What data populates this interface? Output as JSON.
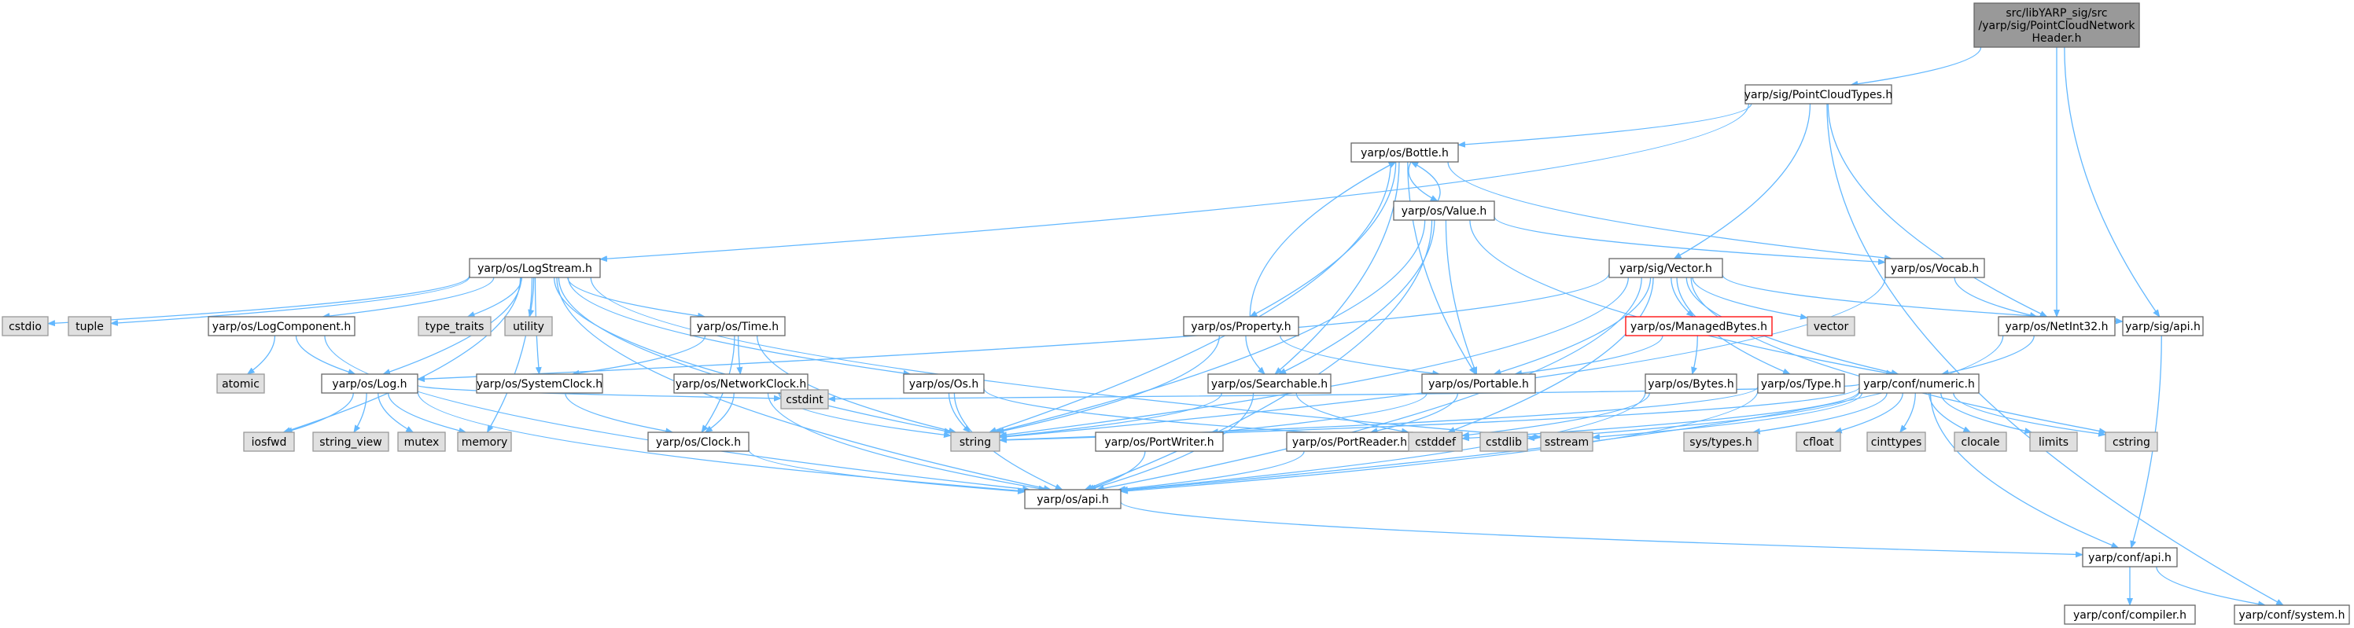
{
  "title": "",
  "colors": {
    "edge": "#63b8ff",
    "box_border": "#666666",
    "box_fill": "#ffffff",
    "system_fill": "#e0e0e0",
    "system_border": "#999999",
    "root_fill": "#999999",
    "root_border": "#666666",
    "truncated_border": "#ff0000"
  },
  "nodes": [
    {
      "id": "root",
      "label": "src/libYARP_sig/src\n/yarp/sig/PointCloudNetwork\nHeader.h",
      "kind": "root"
    },
    {
      "id": "pct",
      "label": "yarp/sig/PointCloudTypes.h",
      "kind": "file"
    },
    {
      "id": "bottle",
      "label": "yarp/os/Bottle.h",
      "kind": "file"
    },
    {
      "id": "value",
      "label": "yarp/os/Value.h",
      "kind": "file"
    },
    {
      "id": "logstream",
      "label": "yarp/os/LogStream.h",
      "kind": "file"
    },
    {
      "id": "vector",
      "label": "yarp/sig/Vector.h",
      "kind": "file"
    },
    {
      "id": "vocab",
      "label": "yarp/os/Vocab.h",
      "kind": "file"
    },
    {
      "id": "netint32",
      "label": "yarp/os/NetInt32.h",
      "kind": "file"
    },
    {
      "id": "sigapi",
      "label": "yarp/sig/api.h",
      "kind": "file"
    },
    {
      "id": "cstdio",
      "label": "cstdio",
      "kind": "system"
    },
    {
      "id": "tuple",
      "label": "tuple",
      "kind": "system"
    },
    {
      "id": "logcomponent",
      "label": "yarp/os/LogComponent.h",
      "kind": "file"
    },
    {
      "id": "type_traits",
      "label": "type_traits",
      "kind": "system"
    },
    {
      "id": "utility",
      "label": "utility",
      "kind": "system"
    },
    {
      "id": "time",
      "label": "yarp/os/Time.h",
      "kind": "file"
    },
    {
      "id": "property",
      "label": "yarp/os/Property.h",
      "kind": "file"
    },
    {
      "id": "managedbytes",
      "label": "yarp/os/ManagedBytes.h",
      "kind": "truncated"
    },
    {
      "id": "vectorstd",
      "label": "vector",
      "kind": "system"
    },
    {
      "id": "atomic",
      "label": "atomic",
      "kind": "system"
    },
    {
      "id": "log",
      "label": "yarp/os/Log.h",
      "kind": "file"
    },
    {
      "id": "systemclock",
      "label": "yarp/os/SystemClock.h",
      "kind": "file"
    },
    {
      "id": "networkclock",
      "label": "yarp/os/NetworkClock.h",
      "kind": "file"
    },
    {
      "id": "osh",
      "label": "yarp/os/Os.h",
      "kind": "file"
    },
    {
      "id": "searchable",
      "label": "yarp/os/Searchable.h",
      "kind": "file"
    },
    {
      "id": "portable",
      "label": "yarp/os/Portable.h",
      "kind": "file"
    },
    {
      "id": "bytes",
      "label": "yarp/os/Bytes.h",
      "kind": "file"
    },
    {
      "id": "typeh",
      "label": "yarp/os/Type.h",
      "kind": "file"
    },
    {
      "id": "numeric",
      "label": "yarp/conf/numeric.h",
      "kind": "file"
    },
    {
      "id": "iosfwd",
      "label": "iosfwd",
      "kind": "system"
    },
    {
      "id": "string_view",
      "label": "string_view",
      "kind": "system"
    },
    {
      "id": "mutex",
      "label": "mutex",
      "kind": "system"
    },
    {
      "id": "memory",
      "label": "memory",
      "kind": "system"
    },
    {
      "id": "cstdint",
      "label": "cstdint",
      "kind": "system"
    },
    {
      "id": "clock",
      "label": "yarp/os/Clock.h",
      "kind": "file"
    },
    {
      "id": "string",
      "label": "string",
      "kind": "system"
    },
    {
      "id": "portwriter",
      "label": "yarp/os/PortWriter.h",
      "kind": "file"
    },
    {
      "id": "portreader",
      "label": "yarp/os/PortReader.h",
      "kind": "file"
    },
    {
      "id": "cstddef",
      "label": "cstddef",
      "kind": "system"
    },
    {
      "id": "cstdlib",
      "label": "cstdlib",
      "kind": "system"
    },
    {
      "id": "sstream",
      "label": "sstream",
      "kind": "system"
    },
    {
      "id": "systypes",
      "label": "sys/types.h",
      "kind": "system"
    },
    {
      "id": "cfloat",
      "label": "cfloat",
      "kind": "system"
    },
    {
      "id": "cinttypes",
      "label": "cinttypes",
      "kind": "system"
    },
    {
      "id": "clocale",
      "label": "clocale",
      "kind": "system"
    },
    {
      "id": "limits",
      "label": "limits",
      "kind": "system"
    },
    {
      "id": "cstring",
      "label": "cstring",
      "kind": "system"
    },
    {
      "id": "osapi",
      "label": "yarp/os/api.h",
      "kind": "file"
    },
    {
      "id": "confapi",
      "label": "yarp/conf/api.h",
      "kind": "file"
    },
    {
      "id": "compiler",
      "label": "yarp/conf/compiler.h",
      "kind": "file"
    },
    {
      "id": "system",
      "label": "yarp/conf/system.h",
      "kind": "file"
    }
  ],
  "edges": [
    [
      "root",
      "pct"
    ],
    [
      "root",
      "netint32"
    ],
    [
      "root",
      "sigapi"
    ],
    [
      "pct",
      "bottle"
    ],
    [
      "pct",
      "logstream"
    ],
    [
      "pct",
      "vector"
    ],
    [
      "pct",
      "netint32"
    ],
    [
      "pct",
      "system"
    ],
    [
      "bottle",
      "value"
    ],
    [
      "bottle",
      "string"
    ],
    [
      "bottle",
      "vocab"
    ],
    [
      "bottle",
      "property"
    ],
    [
      "bottle",
      "searchable"
    ],
    [
      "bottle",
      "portable"
    ],
    [
      "value",
      "bottle"
    ],
    [
      "value",
      "vocab"
    ],
    [
      "value",
      "string"
    ],
    [
      "value",
      "searchable"
    ],
    [
      "value",
      "portable"
    ],
    [
      "value",
      "numeric"
    ],
    [
      "value",
      "osapi"
    ],
    [
      "logstream",
      "cstdio"
    ],
    [
      "logstream",
      "tuple"
    ],
    [
      "logstream",
      "logcomponent"
    ],
    [
      "logstream",
      "type_traits"
    ],
    [
      "logstream",
      "utility"
    ],
    [
      "logstream",
      "time"
    ],
    [
      "logstream",
      "log"
    ],
    [
      "logstream",
      "systemclock"
    ],
    [
      "logstream",
      "osh"
    ],
    [
      "logstream",
      "string"
    ],
    [
      "logstream",
      "iosfwd"
    ],
    [
      "logstream",
      "memory"
    ],
    [
      "logstream",
      "osapi"
    ],
    [
      "logstream",
      "sstream"
    ],
    [
      "logstream",
      "cstdint"
    ],
    [
      "vector",
      "log"
    ],
    [
      "vector",
      "managedbytes"
    ],
    [
      "vector",
      "vectorstd"
    ],
    [
      "vector",
      "typeh"
    ],
    [
      "vector",
      "portable"
    ],
    [
      "vector",
      "sigapi"
    ],
    [
      "vector",
      "numeric"
    ],
    [
      "vector",
      "string"
    ],
    [
      "vector",
      "cstring"
    ],
    [
      "vector",
      "cstddef"
    ],
    [
      "vector",
      "osapi"
    ],
    [
      "vocab",
      "netint32"
    ],
    [
      "vocab",
      "string"
    ],
    [
      "netint32",
      "numeric"
    ],
    [
      "netint32",
      "osapi"
    ],
    [
      "sigapi",
      "confapi"
    ],
    [
      "logcomponent",
      "atomic"
    ],
    [
      "logcomponent",
      "log"
    ],
    [
      "logcomponent",
      "osapi"
    ],
    [
      "time",
      "systemclock"
    ],
    [
      "time",
      "networkclock"
    ],
    [
      "time",
      "clock"
    ],
    [
      "time",
      "string"
    ],
    [
      "property",
      "bottle"
    ],
    [
      "property",
      "searchable"
    ],
    [
      "property",
      "portable"
    ],
    [
      "property",
      "string"
    ],
    [
      "managedbytes",
      "bytes"
    ],
    [
      "managedbytes",
      "portable"
    ],
    [
      "log",
      "iosfwd"
    ],
    [
      "log",
      "string_view"
    ],
    [
      "log",
      "mutex"
    ],
    [
      "log",
      "memory"
    ],
    [
      "log",
      "cstdint"
    ],
    [
      "log",
      "osapi"
    ],
    [
      "systemclock",
      "clock"
    ],
    [
      "networkclock",
      "clock"
    ],
    [
      "networkclock",
      "string"
    ],
    [
      "networkclock",
      "osapi"
    ],
    [
      "osh",
      "string"
    ],
    [
      "osh",
      "cstddef"
    ],
    [
      "osh",
      "osapi"
    ],
    [
      "searchable",
      "string"
    ],
    [
      "searchable",
      "cstddef"
    ],
    [
      "searchable",
      "osapi"
    ],
    [
      "portable",
      "portwriter"
    ],
    [
      "portable",
      "portreader"
    ],
    [
      "bytes",
      "cstddef"
    ],
    [
      "bytes",
      "osapi"
    ],
    [
      "typeh",
      "string"
    ],
    [
      "typeh",
      "osapi"
    ],
    [
      "numeric",
      "string"
    ],
    [
      "numeric",
      "cstddef"
    ],
    [
      "numeric",
      "cstdlib"
    ],
    [
      "numeric",
      "cstdint"
    ],
    [
      "numeric",
      "systypes"
    ],
    [
      "numeric",
      "cfloat"
    ],
    [
      "numeric",
      "cinttypes"
    ],
    [
      "numeric",
      "clocale"
    ],
    [
      "numeric",
      "limits"
    ],
    [
      "numeric",
      "cstring"
    ],
    [
      "numeric",
      "sstream"
    ],
    [
      "numeric",
      "confapi"
    ],
    [
      "clock",
      "osapi"
    ],
    [
      "portwriter",
      "osapi"
    ],
    [
      "portreader",
      "osapi"
    ],
    [
      "osapi",
      "confapi"
    ],
    [
      "confapi",
      "compiler"
    ],
    [
      "confapi",
      "system"
    ]
  ]
}
